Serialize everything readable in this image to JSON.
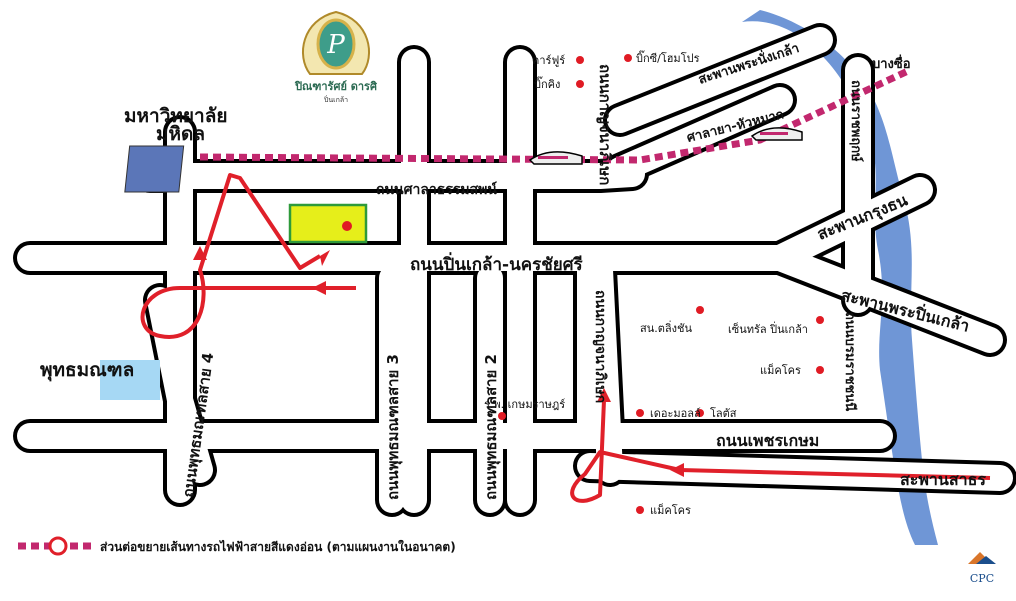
{
  "colors": {
    "road_fill": "#ffffff",
    "road_edge": "#000000",
    "route": "#e0202a",
    "rail": "#c2286e",
    "river": "#6f96d6",
    "project": "#e6ee1a",
    "project_border": "#2e9a3a",
    "university": "#5b76b8",
    "buddhamonthon": "#a6d8f4"
  },
  "brand": {
    "logo_icon": "p-crest-icon",
    "logo_letter": "P",
    "logo_name": "ปิณฑารัศย์ ดารศิ",
    "logo_sub": "ปิ่นเกล้า",
    "corner_logo_icon": "cpc-logo-icon",
    "corner_logo_text": "CPC"
  },
  "roads": {
    "salaya_dharmasop": "ถนนศาลาธรรมสพน์",
    "pinklao_nakhonchaisri": "ถนนปิ่นเกล้า-นครชัยศรี",
    "phetkasem": "ถนนเพชรเกษม",
    "phutthamonthon_4": "ถนนพุทธมณฑลสาย 4",
    "phutthamonthon_3": "ถนนพุทธมณฑลสาย 3",
    "phutthamonthon_2": "ถนนพุทธมณฑลสาย 2",
    "kanchanaphisek_n": "ถนนกาญจนาภิเษก",
    "kanchanaphisek_s": "ถนนกาญจนาภิเษก",
    "ratchaphruek": "ถนนราชพฤกษ์",
    "borommaratchachonnani": "ถนนบรมราชชนนี"
  },
  "bridges": {
    "phra_nang_klao": "สะพานพระนั่งเกล้า",
    "krung_thon": "สะพานกรุงธน",
    "phra_pinklao": "สะพานพระปิ่นเกล้า",
    "sathorn": "สะพานสาธร"
  },
  "rail": {
    "route_name": "ศาลายา-หัวหมาก",
    "terminal": "บางซื่อ"
  },
  "places": {
    "mahidol": [
      "มหาวิทยาลัย",
      "มหิดล"
    ],
    "buddhamonthon": "พุทธมณฑล",
    "carrefour": "คาร์ฟูร์",
    "big_king": "บิ๊กคิง",
    "bigc_homepro": "บิ๊กซี/โฮมโปร",
    "taling_chan_station": "สน.ตลิ่งชัน",
    "central_pinklao": "เซ็นทรัล ปิ่นเกล้า",
    "makro_1": "แม็คโคร",
    "hospital": "ร.พ. เกษมราษฎร์",
    "the_mall": "เดอะมอลล์",
    "lotus": "โลตัส",
    "makro_2": "แม็คโคร"
  },
  "legend": {
    "text": "ส่วนต่อขยายเส้นทางรถไฟฟ้าสายสีแดงอ่อน (ตามแผนงานในอนาคต)"
  }
}
